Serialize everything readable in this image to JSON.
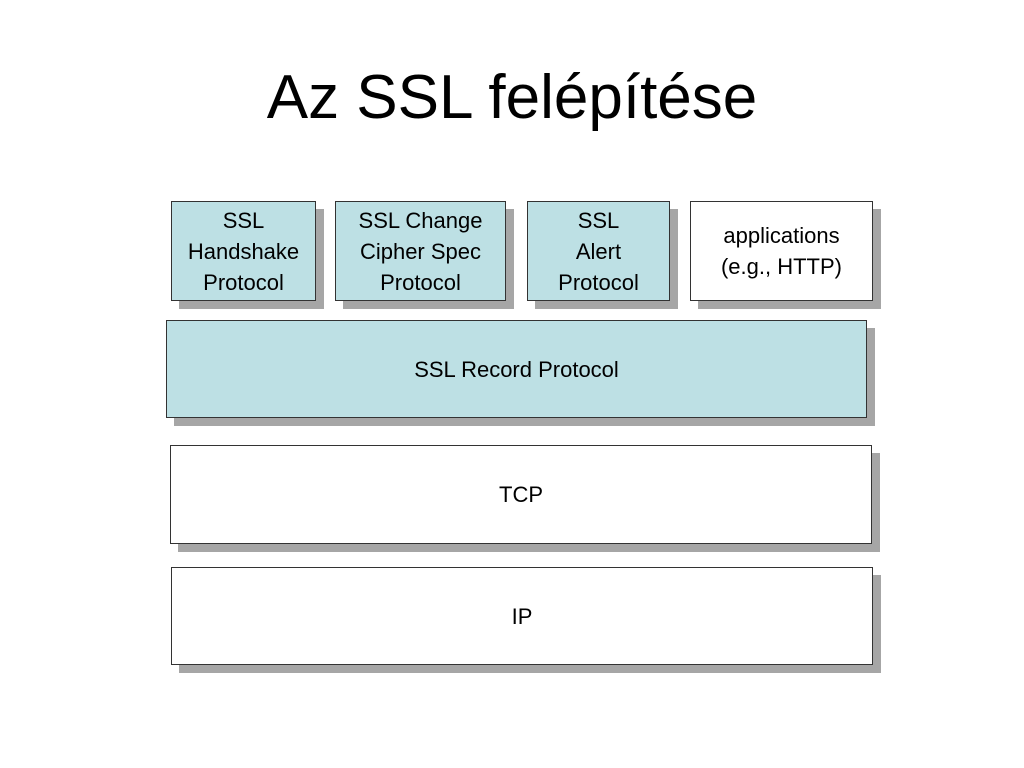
{
  "title": "Az SSL felépítése",
  "layers": {
    "handshake": {
      "lines": [
        "SSL",
        "Handshake",
        "Protocol"
      ]
    },
    "change_cipher_spec": {
      "lines": [
        "SSL Change",
        "Cipher Spec",
        "Protocol"
      ]
    },
    "alert": {
      "lines": [
        "SSL",
        "Alert",
        "Protocol"
      ]
    },
    "applications": {
      "lines": [
        "applications",
        "(e.g., HTTP)"
      ]
    },
    "record": {
      "label": "SSL Record Protocol"
    },
    "tcp": {
      "label": "TCP"
    },
    "ip": {
      "label": "IP"
    }
  },
  "colors": {
    "ssl_fill": "#bde0e4",
    "plain_fill": "#ffffff",
    "shadow": "#a6a6a6",
    "border": "#333333"
  }
}
